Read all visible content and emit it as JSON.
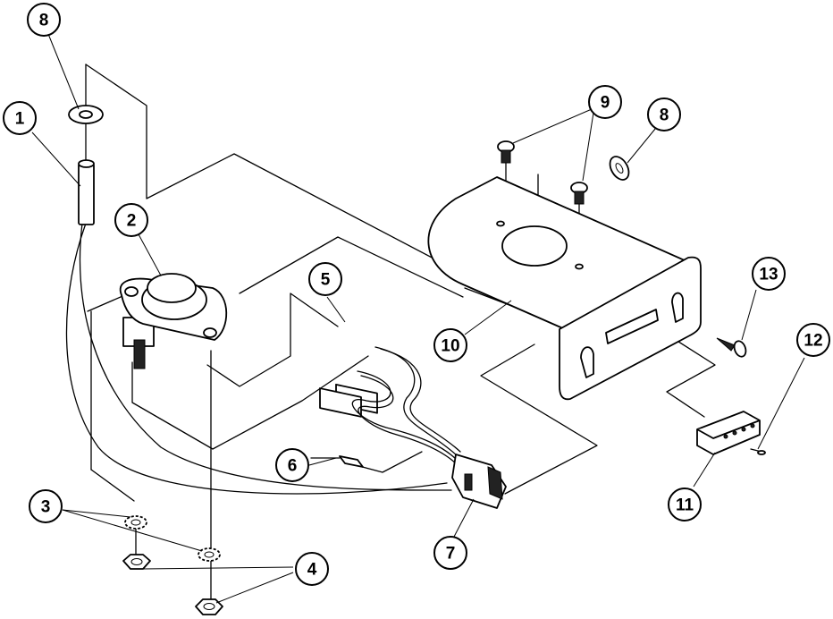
{
  "callouts": [
    {
      "id": "c8a",
      "label": "8"
    },
    {
      "id": "c1",
      "label": "1"
    },
    {
      "id": "c2",
      "label": "2"
    },
    {
      "id": "c3",
      "label": "3"
    },
    {
      "id": "c4",
      "label": "4"
    },
    {
      "id": "c5",
      "label": "5"
    },
    {
      "id": "c6",
      "label": "6"
    },
    {
      "id": "c7",
      "label": "7"
    },
    {
      "id": "c9",
      "label": "9"
    },
    {
      "id": "c8b",
      "label": "8"
    },
    {
      "id": "c10",
      "label": "10"
    },
    {
      "id": "c11",
      "label": "11"
    },
    {
      "id": "c12",
      "label": "12"
    },
    {
      "id": "c13",
      "label": "13"
    }
  ]
}
